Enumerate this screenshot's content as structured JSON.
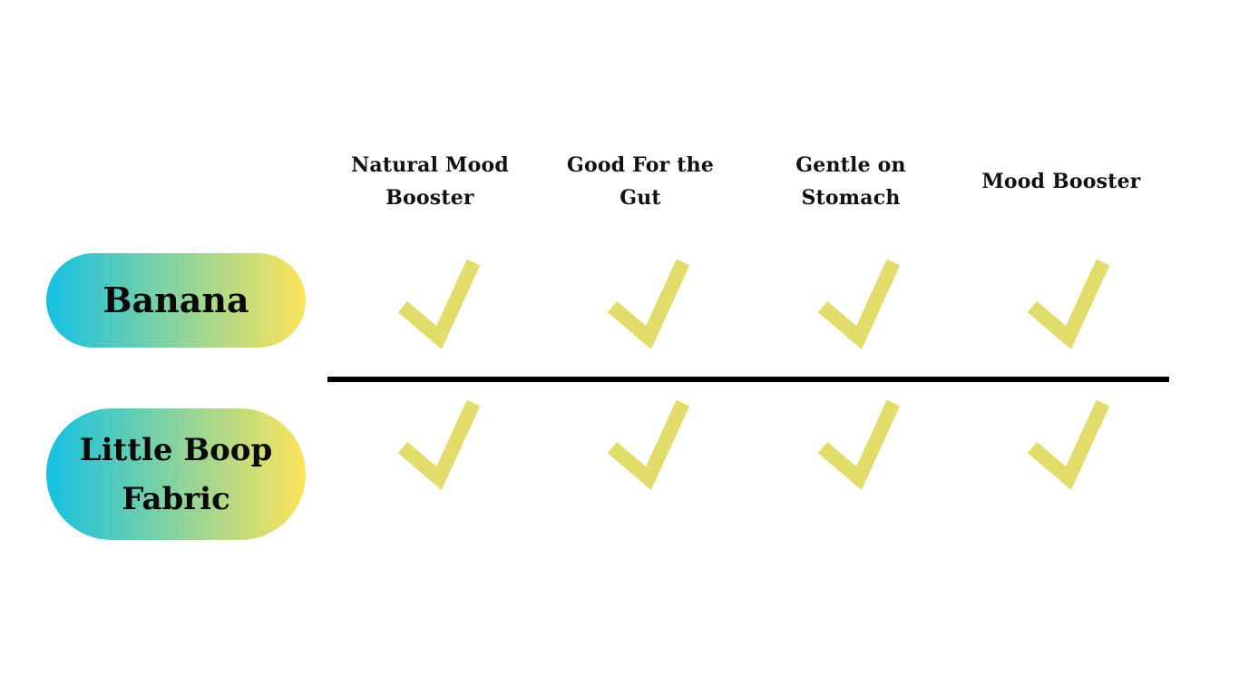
{
  "columns": [
    {
      "label": "Natural Mood Booster"
    },
    {
      "label": "Good For the Gut"
    },
    {
      "label": "Gentle on Stomach"
    },
    {
      "label": "Mood Booster"
    }
  ],
  "rows": [
    {
      "label": "Banana",
      "checks": [
        true,
        true,
        true,
        true
      ]
    },
    {
      "label": "Little Boop Fabric",
      "checks": [
        true,
        true,
        true,
        true
      ]
    }
  ],
  "colors": {
    "check": "#e2dc6a",
    "pill_gradient_start": "#14c1e2",
    "pill_gradient_end": "#fde45a",
    "divider": "#000000",
    "text": "#0a0a0a"
  },
  "icons": {
    "check": "checkmark-icon"
  }
}
